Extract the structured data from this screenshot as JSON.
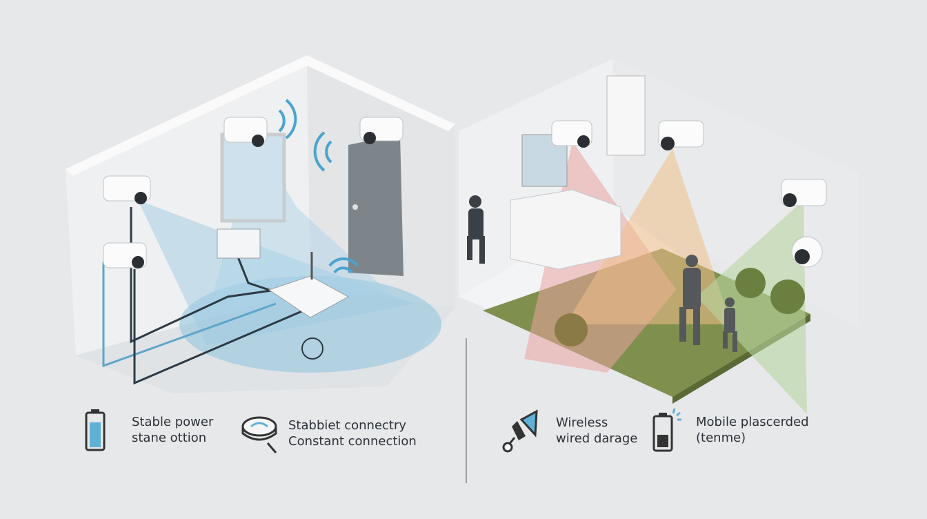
{
  "legend": [
    {
      "icon": "battery-full-icon",
      "line1": "Stable power",
      "line2": "stane ottion"
    },
    {
      "icon": "wifi-puck-icon",
      "line1": "Stabbiet connectry",
      "line2": "Constant connection"
    },
    {
      "icon": "wireless-brush-icon",
      "line1": "Wireless",
      "line2": "wired darage"
    },
    {
      "icon": "battery-low-icon",
      "line1": "Mobile plascerded",
      "line2": "(tenme)"
    }
  ],
  "colors": {
    "background": "#e6e8ea",
    "wall": "#f2f3f4",
    "wired_coverage": "#8cc3df",
    "cone_red": "#e9a4a0",
    "cone_orange": "#f0c08a",
    "cone_green": "#b9d6a2",
    "lawn": "#7f8f4e",
    "accent_blue": "#4aa3cf"
  }
}
